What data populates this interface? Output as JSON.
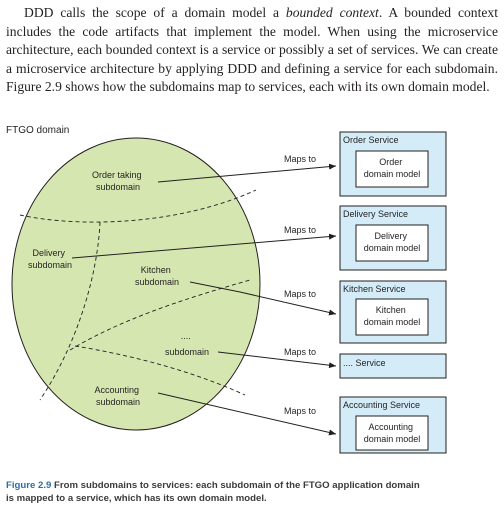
{
  "paragraph": {
    "part1": "DDD calls the scope of a domain model a ",
    "italic": "bounded context",
    "part2": ". A bounded context includes the code artifacts that implement the model. When using the microservice architecture, each bounded context is a service or possibly a set of services. We can create a microservice architecture by applying DDD and defining a service for each subdomain. Figure 2.9 shows how the subdomains map to services, each with its own domain model."
  },
  "figure": {
    "domain_title": "FTGO domain",
    "subdomains": {
      "order_taking": [
        "Order taking",
        "subdomain"
      ],
      "delivery": [
        "Delivery",
        "subdomain"
      ],
      "kitchen": [
        "Kitchen",
        "subdomain"
      ],
      "ellipsis_dots": "....",
      "generic": "subdomain",
      "accounting": [
        "Accounting",
        "subdomain"
      ]
    },
    "maps_to": "Maps to",
    "services": [
      {
        "name": "Order Service",
        "model": [
          "Order",
          "domain model"
        ]
      },
      {
        "name": "Delivery Service",
        "model": [
          "Delivery",
          "domain model"
        ]
      },
      {
        "name": "Kitchen Service",
        "model": [
          "Kitchen",
          "domain model"
        ]
      },
      {
        "name": ".... Service",
        "model": []
      },
      {
        "name": "Accounting Service",
        "model": [
          "Accounting",
          "domain model"
        ]
      }
    ],
    "colors": {
      "ellipse_fill": "#d5e6b0",
      "service_fill": "#d3ecf7",
      "model_fill": "#ffffff",
      "caption_label": "#2e6da4"
    }
  },
  "caption": {
    "label": "Figure 2.9",
    "text_line1": "From subdomains to services: each subdomain of the FTGO application domain",
    "text_line2": "is mapped to a service, which has its own domain model."
  }
}
